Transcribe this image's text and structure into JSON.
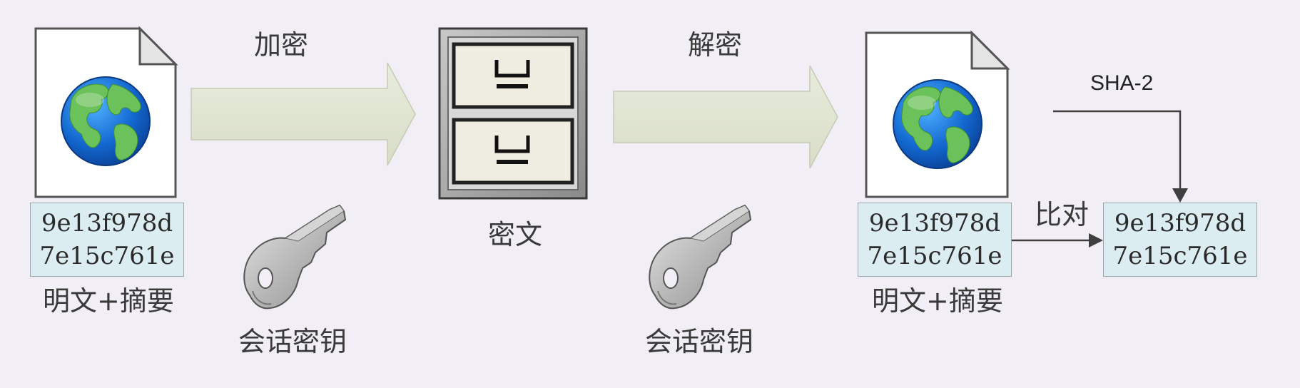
{
  "labels": {
    "encrypt": "加密",
    "decrypt": "解密",
    "ciphertext": "密文",
    "session_key_left": "会话密钥",
    "session_key_right": "会话密钥",
    "plaintext_digest_left": "明文+摘要",
    "plaintext_digest_right": "明文+摘要",
    "compare": "比对",
    "hash_algo": "SHA-2"
  },
  "digests": {
    "left": [
      "9e13f978d",
      "7e15c761e"
    ],
    "middle": [
      "9e13f978d",
      "7e15c761e"
    ],
    "right": [
      "9e13f978d",
      "7e15c761e"
    ]
  },
  "colors": {
    "background": "#f1eff5",
    "arrow_fill": "#dfe4d2",
    "digest_box": "#dcedf2",
    "connector": "#3f3f3f"
  },
  "icons": [
    "document-globe-icon",
    "arrow-right-icon",
    "file-cabinet-icon",
    "key-icon"
  ]
}
